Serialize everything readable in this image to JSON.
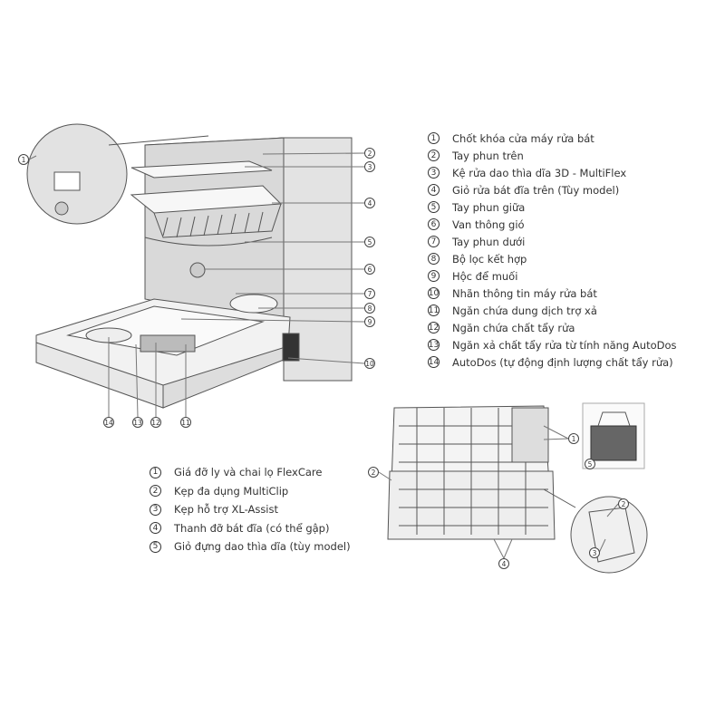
{
  "main_legend": [
    {
      "num": "1",
      "label": "Chốt khóa cửa máy rửa bát"
    },
    {
      "num": "2",
      "label": "Tay phun trên"
    },
    {
      "num": "3",
      "label": "Kệ rửa dao thìa dĩa 3D - MultiFlex"
    },
    {
      "num": "4",
      "label": "Giỏ rửa bát đĩa trên (Tùy model)"
    },
    {
      "num": "5",
      "label": "Tay phun giữa"
    },
    {
      "num": "6",
      "label": "Van thông gió"
    },
    {
      "num": "7",
      "label": "Tay phun dưới"
    },
    {
      "num": "8",
      "label": "Bộ lọc kết hợp"
    },
    {
      "num": "9",
      "label": "Hộc để muối"
    },
    {
      "num": "10",
      "label": "Nhãn thông tin máy rửa bát"
    },
    {
      "num": "11",
      "label": "Ngăn chứa dung dịch trợ xả"
    },
    {
      "num": "12",
      "label": "Ngăn chứa chất tẩy rửa"
    },
    {
      "num": "13",
      "label": "Ngăn xả chất tẩy rửa từ tính năng AutoDos"
    },
    {
      "num": "14",
      "label": "AutoDos (tự động định lượng chất tẩy rửa)"
    }
  ],
  "rack_legend": [
    {
      "num": "1",
      "label": "Giá đỡ ly và chai lọ FlexCare"
    },
    {
      "num": "2",
      "label": "Kẹp đa dụng MultiClip"
    },
    {
      "num": "3",
      "label": "Kẹp hỗ trợ XL-Assist"
    },
    {
      "num": "4",
      "label": "Thanh đỡ bát đĩa (có thể gập)"
    },
    {
      "num": "5",
      "label": "Giỏ đựng dao thìa dĩa (tùy model)"
    }
  ],
  "main_callouts": [
    "1",
    "2",
    "3",
    "4",
    "5",
    "6",
    "7",
    "8",
    "9",
    "10",
    "14",
    "13",
    "12",
    "11"
  ],
  "rack_callouts": [
    "1",
    "2",
    "4",
    "5",
    "2",
    "3"
  ]
}
